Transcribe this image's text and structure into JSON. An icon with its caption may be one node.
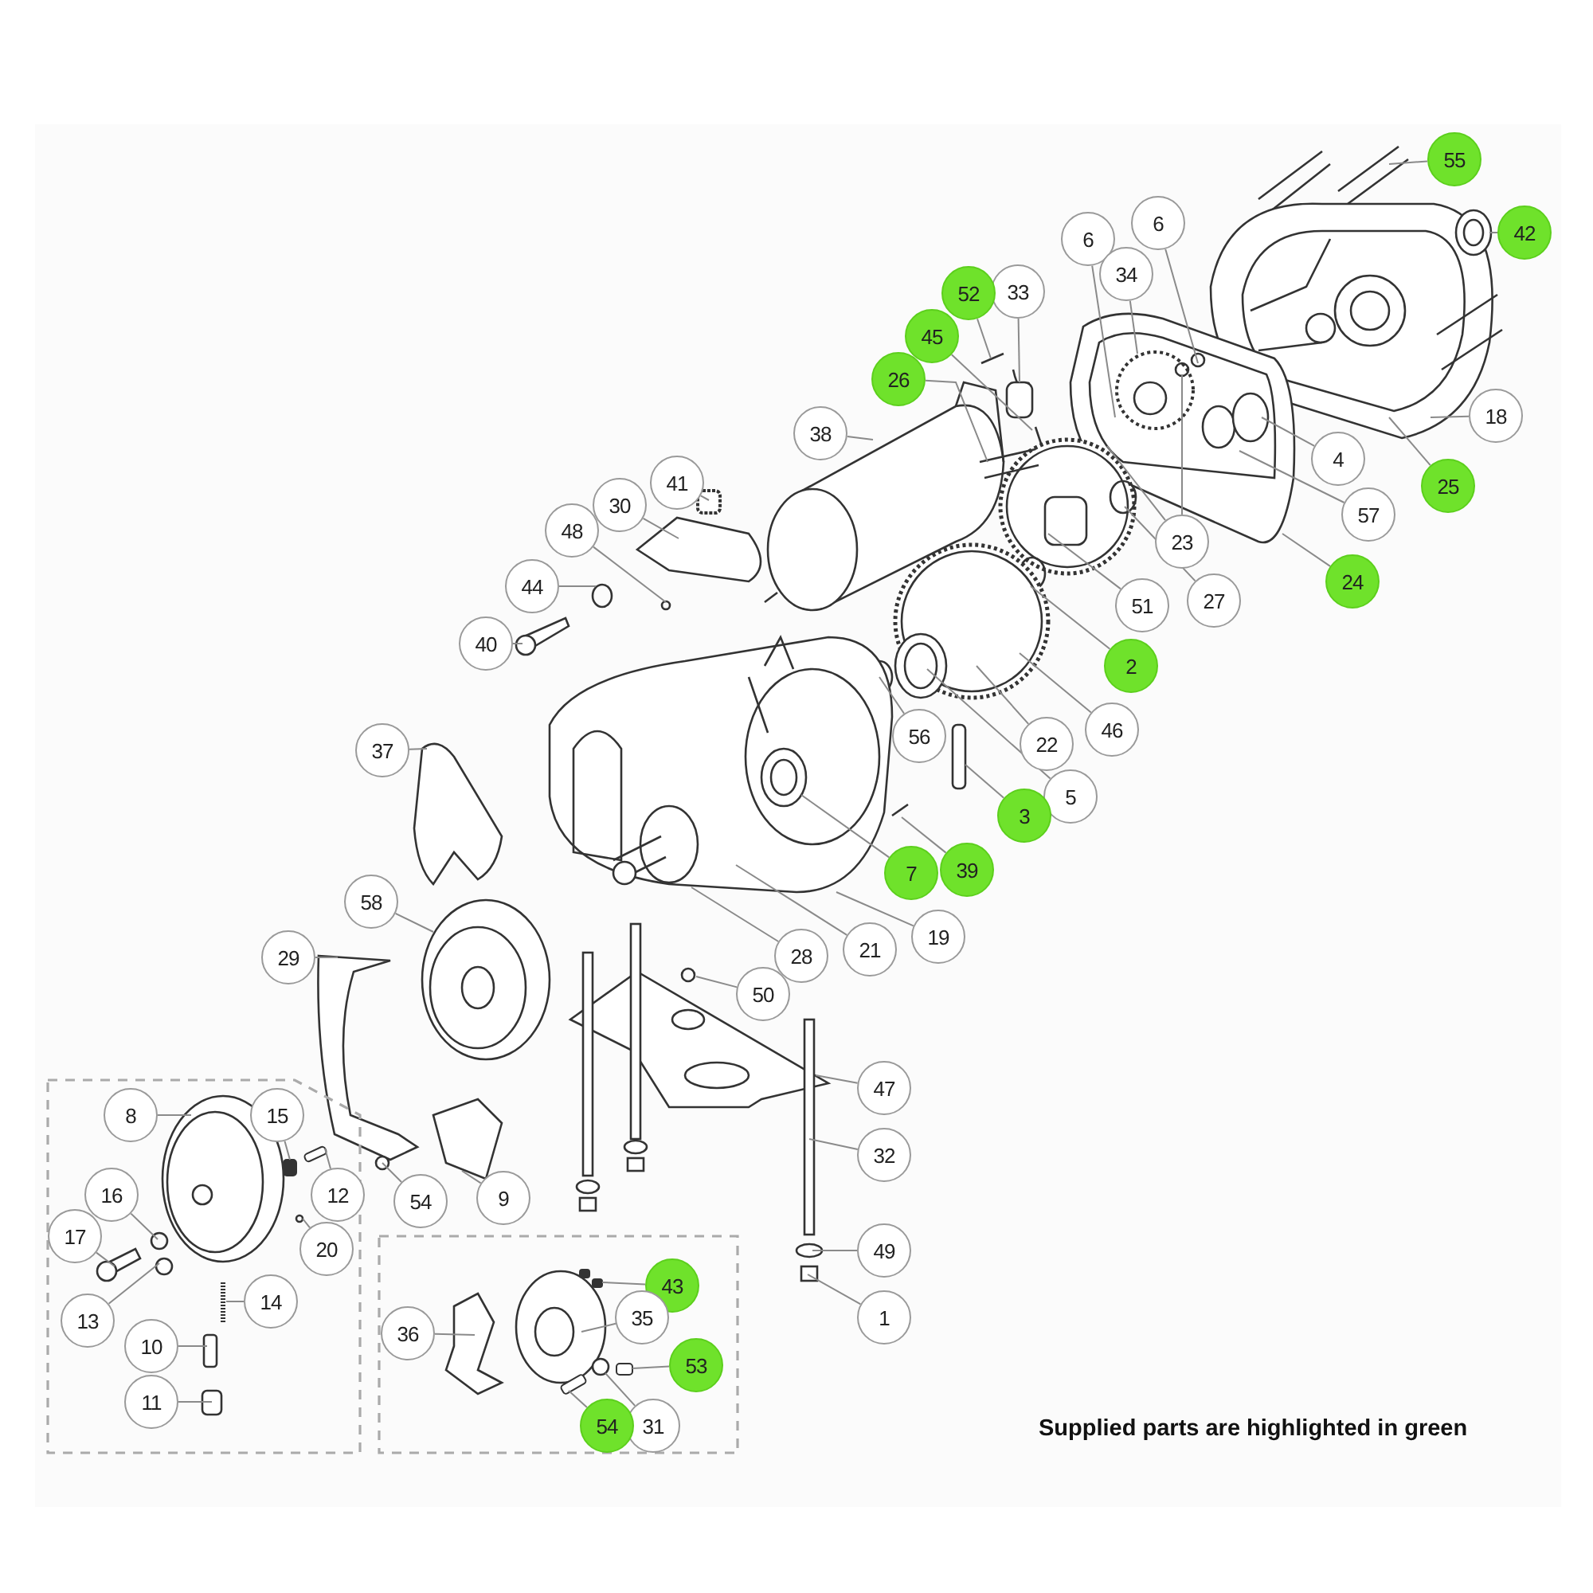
{
  "diagram": {
    "nodes": [
      {
        "text": [
          "55"
        ]
      },
      {
        "text": [
          "42"
        ]
      },
      {
        "text": [
          "6"
        ]
      },
      {
        "text": [
          "6"
        ]
      },
      {
        "text": [
          "34"
        ]
      },
      {
        "text": [
          "33"
        ]
      },
      {
        "text": [
          "52"
        ]
      },
      {
        "text": [
          "45"
        ]
      },
      {
        "text": [
          "26"
        ]
      },
      {
        "text": [
          "18"
        ]
      },
      {
        "text": [
          "38"
        ]
      },
      {
        "text": [
          "4"
        ]
      },
      {
        "text": [
          "41"
        ]
      },
      {
        "text": [
          "25"
        ]
      },
      {
        "text": [
          "30"
        ]
      },
      {
        "text": [
          "57"
        ]
      },
      {
        "text": [
          "48"
        ]
      },
      {
        "text": [
          "23"
        ]
      },
      {
        "text": [
          "24"
        ]
      },
      {
        "text": [
          "44"
        ]
      },
      {
        "text": [
          "27"
        ]
      },
      {
        "text": [
          "51"
        ]
      },
      {
        "text": [
          "40"
        ]
      },
      {
        "text": [
          "2"
        ]
      },
      {
        "text": [
          "46"
        ]
      },
      {
        "text": [
          "56"
        ]
      },
      {
        "text": [
          "22"
        ]
      },
      {
        "text": [
          "37"
        ]
      },
      {
        "text": [
          "5"
        ]
      },
      {
        "text": [
          "3"
        ]
      },
      {
        "text": [
          "39"
        ]
      },
      {
        "text": [
          "7"
        ]
      },
      {
        "text": [
          "58"
        ]
      },
      {
        "text": [
          "19"
        ]
      },
      {
        "text": [
          "21"
        ]
      },
      {
        "text": [
          "28"
        ]
      },
      {
        "text": [
          "29"
        ]
      },
      {
        "text": [
          "50"
        ]
      },
      {
        "text": [
          "47"
        ]
      },
      {
        "text": [
          "8"
        ]
      },
      {
        "text": [
          "15"
        ]
      },
      {
        "text": [
          "32"
        ]
      },
      {
        "text": [
          "16"
        ]
      },
      {
        "text": [
          "12"
        ]
      },
      {
        "text": [
          "9"
        ]
      },
      {
        "text": [
          "54"
        ]
      },
      {
        "text": [
          "17"
        ]
      },
      {
        "text": [
          "20"
        ]
      },
      {
        "text": [
          "49"
        ]
      },
      {
        "text": [
          "43"
        ]
      },
      {
        "text": [
          "14"
        ]
      },
      {
        "text": [
          "1"
        ]
      },
      {
        "text": [
          "13"
        ]
      },
      {
        "text": [
          "35"
        ]
      },
      {
        "text": [
          "36"
        ]
      },
      {
        "text": [
          "10"
        ]
      },
      {
        "text": [
          "53"
        ]
      },
      {
        "text": [
          "11"
        ]
      },
      {
        "text": [
          "31"
        ]
      },
      {
        "text": [
          "54"
        ]
      },
      {
        "text": [],
        "shape": "box"
      },
      {
        "text": [],
        "shape": "box"
      },
      {
        "text": [],
        "shape": "picture"
      },
      {
        "text": [],
        "shape": "box"
      },
      {
        "text": [],
        "shape": "circle"
      },
      {
        "text": [],
        "shape": "box"
      }
    ],
    "edges": [
      {
        "from": 0,
        "to": null,
        "arrow": "none"
      },
      {
        "from": 1,
        "to": null,
        "arrow": "none"
      },
      {
        "from": 2,
        "to": null,
        "arrow": "none"
      },
      {
        "from": 3,
        "to": null,
        "arrow": "none"
      },
      {
        "from": 4,
        "to": null,
        "arrow": "none"
      },
      {
        "from": 5,
        "to": null,
        "arrow": "none"
      },
      {
        "from": 6,
        "to": null,
        "arrow": "none"
      },
      {
        "from": 7,
        "to": null,
        "arrow": "none"
      },
      {
        "from": 8,
        "to": null,
        "arrow": "none"
      },
      {
        "from": 9,
        "to": null,
        "arrow": "none"
      },
      {
        "from": 10,
        "to": null,
        "arrow": "none"
      },
      {
        "from": 11,
        "to": null,
        "arrow": "none"
      },
      {
        "from": 12,
        "to": null,
        "arrow": "none"
      },
      {
        "from": 13,
        "to": null,
        "arrow": "none"
      },
      {
        "from": 14,
        "to": null,
        "arrow": "none"
      },
      {
        "from": 15,
        "to": null,
        "arrow": "none"
      },
      {
        "from": 16,
        "to": null,
        "arrow": "none"
      },
      {
        "from": 17,
        "to": null,
        "arrow": "none"
      },
      {
        "from": 18,
        "to": null,
        "arrow": "none"
      },
      {
        "from": 19,
        "to": null,
        "arrow": "none"
      },
      {
        "from": 20,
        "to": null,
        "arrow": "none"
      },
      {
        "from": 21,
        "to": null,
        "arrow": "none"
      },
      {
        "from": 22,
        "to": null,
        "arrow": "none"
      },
      {
        "from": 23,
        "to": null,
        "arrow": "none"
      },
      {
        "from": 24,
        "to": null,
        "arrow": "none"
      },
      {
        "from": 25,
        "to": null,
        "arrow": "none"
      },
      {
        "from": 26,
        "to": null,
        "arrow": "none"
      },
      {
        "from": 27,
        "to": null,
        "arrow": "none"
      },
      {
        "from": 28,
        "to": null,
        "arrow": "none"
      },
      {
        "from": 29,
        "to": null,
        "arrow": "none"
      },
      {
        "from": 30,
        "to": null,
        "arrow": "none"
      },
      {
        "from": 31,
        "to": null,
        "arrow": "none"
      },
      {
        "from": 32,
        "to": null,
        "arrow": "none"
      },
      {
        "from": 33,
        "to": null,
        "arrow": "none"
      },
      {
        "from": 34,
        "to": null,
        "arrow": "none"
      },
      {
        "from": 35,
        "to": null,
        "arrow": "none"
      },
      {
        "from": 36,
        "to": null,
        "arrow": "none"
      },
      {
        "from": 37,
        "to": null,
        "arrow": "none"
      },
      {
        "from": 38,
        "to": null,
        "arrow": "none"
      },
      {
        "from": 39,
        "to": null,
        "arrow": "none"
      },
      {
        "from": 40,
        "to": 60,
        "arrow": "none"
      },
      {
        "from": 41,
        "to": null,
        "arrow": "none"
      },
      {
        "from": 42,
        "to": null,
        "arrow": "none"
      },
      {
        "from": 43,
        "to": 61,
        "arrow": "none"
      },
      {
        "from": 44,
        "to": null,
        "arrow": "none"
      },
      {
        "from": 45,
        "to": null,
        "arrow": "none"
      },
      {
        "from": 46,
        "to": null,
        "arrow": "none"
      },
      {
        "from": 47,
        "to": null,
        "arrow": "none"
      },
      {
        "from": 48,
        "to": null,
        "arrow": "none"
      },
      {
        "from": 49,
        "to": 62,
        "arrow": "none"
      },
      {
        "from": 50,
        "to": null,
        "arrow": "none"
      },
      {
        "from": 51,
        "to": null,
        "arrow": "none"
      },
      {
        "from": 52,
        "to": null,
        "arrow": "none"
      },
      {
        "from": 53,
        "to": null,
        "arrow": "none"
      },
      {
        "from": 54,
        "to": null,
        "arrow": "none"
      },
      {
        "from": 55,
        "to": null,
        "arrow": "none"
      },
      {
        "from": 56,
        "to": 63,
        "arrow": "none"
      },
      {
        "from": 57,
        "to": null,
        "arrow": "none"
      },
      {
        "from": 58,
        "to": 64,
        "arrow": "none"
      },
      {
        "from": 59,
        "to": 65,
        "arrow": "none"
      },
      {
        "from": 17,
        "to": null,
        "arrow": "none"
      }
    ],
    "labels": [
      "Supplied parts are highlighted in green"
    ]
  }
}
